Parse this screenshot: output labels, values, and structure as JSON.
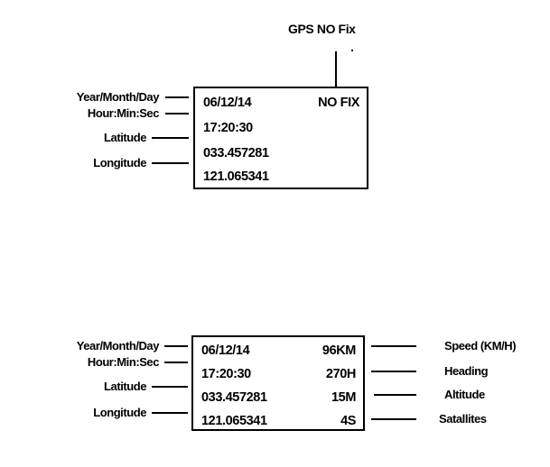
{
  "figure": {
    "title_hidden": "",
    "colors": {
      "ink": "#000000",
      "paper": "#ffffff"
    }
  },
  "panel_no_fix": {
    "name": "GPS NO Fix display",
    "callout": {
      "label": "GPS NO Fix"
    },
    "left_labels": [
      {
        "label": "Year/Month/Day"
      },
      {
        "label": "Hour:Min:Sec"
      },
      {
        "label": "Latitude"
      },
      {
        "label": "Longitude"
      }
    ],
    "screen_rows": [
      {
        "left": "06/12/14",
        "right": "NO FIX"
      },
      {
        "left": "17:20:30",
        "right": ""
      },
      {
        "left": "033.457281",
        "right": ""
      },
      {
        "left": "121.065341",
        "right": ""
      }
    ]
  },
  "panel_fix": {
    "name": "GPS fix display",
    "left_labels": [
      {
        "label": "Year/Month/Day"
      },
      {
        "label": "Hour:Min:Sec"
      },
      {
        "label": "Latitude"
      },
      {
        "label": "Longitude"
      }
    ],
    "right_labels": [
      {
        "label": "Speed (KM/H)"
      },
      {
        "label": "Heading"
      },
      {
        "label": "Altitude"
      },
      {
        "label": "Satallites"
      }
    ],
    "screen_rows": [
      {
        "left": "06/12/14",
        "right": "96KM"
      },
      {
        "left": "17:20:30",
        "right": "270H"
      },
      {
        "left": "033.457281",
        "right": "15M"
      },
      {
        "left": "121.065341",
        "right": "4S"
      }
    ]
  }
}
